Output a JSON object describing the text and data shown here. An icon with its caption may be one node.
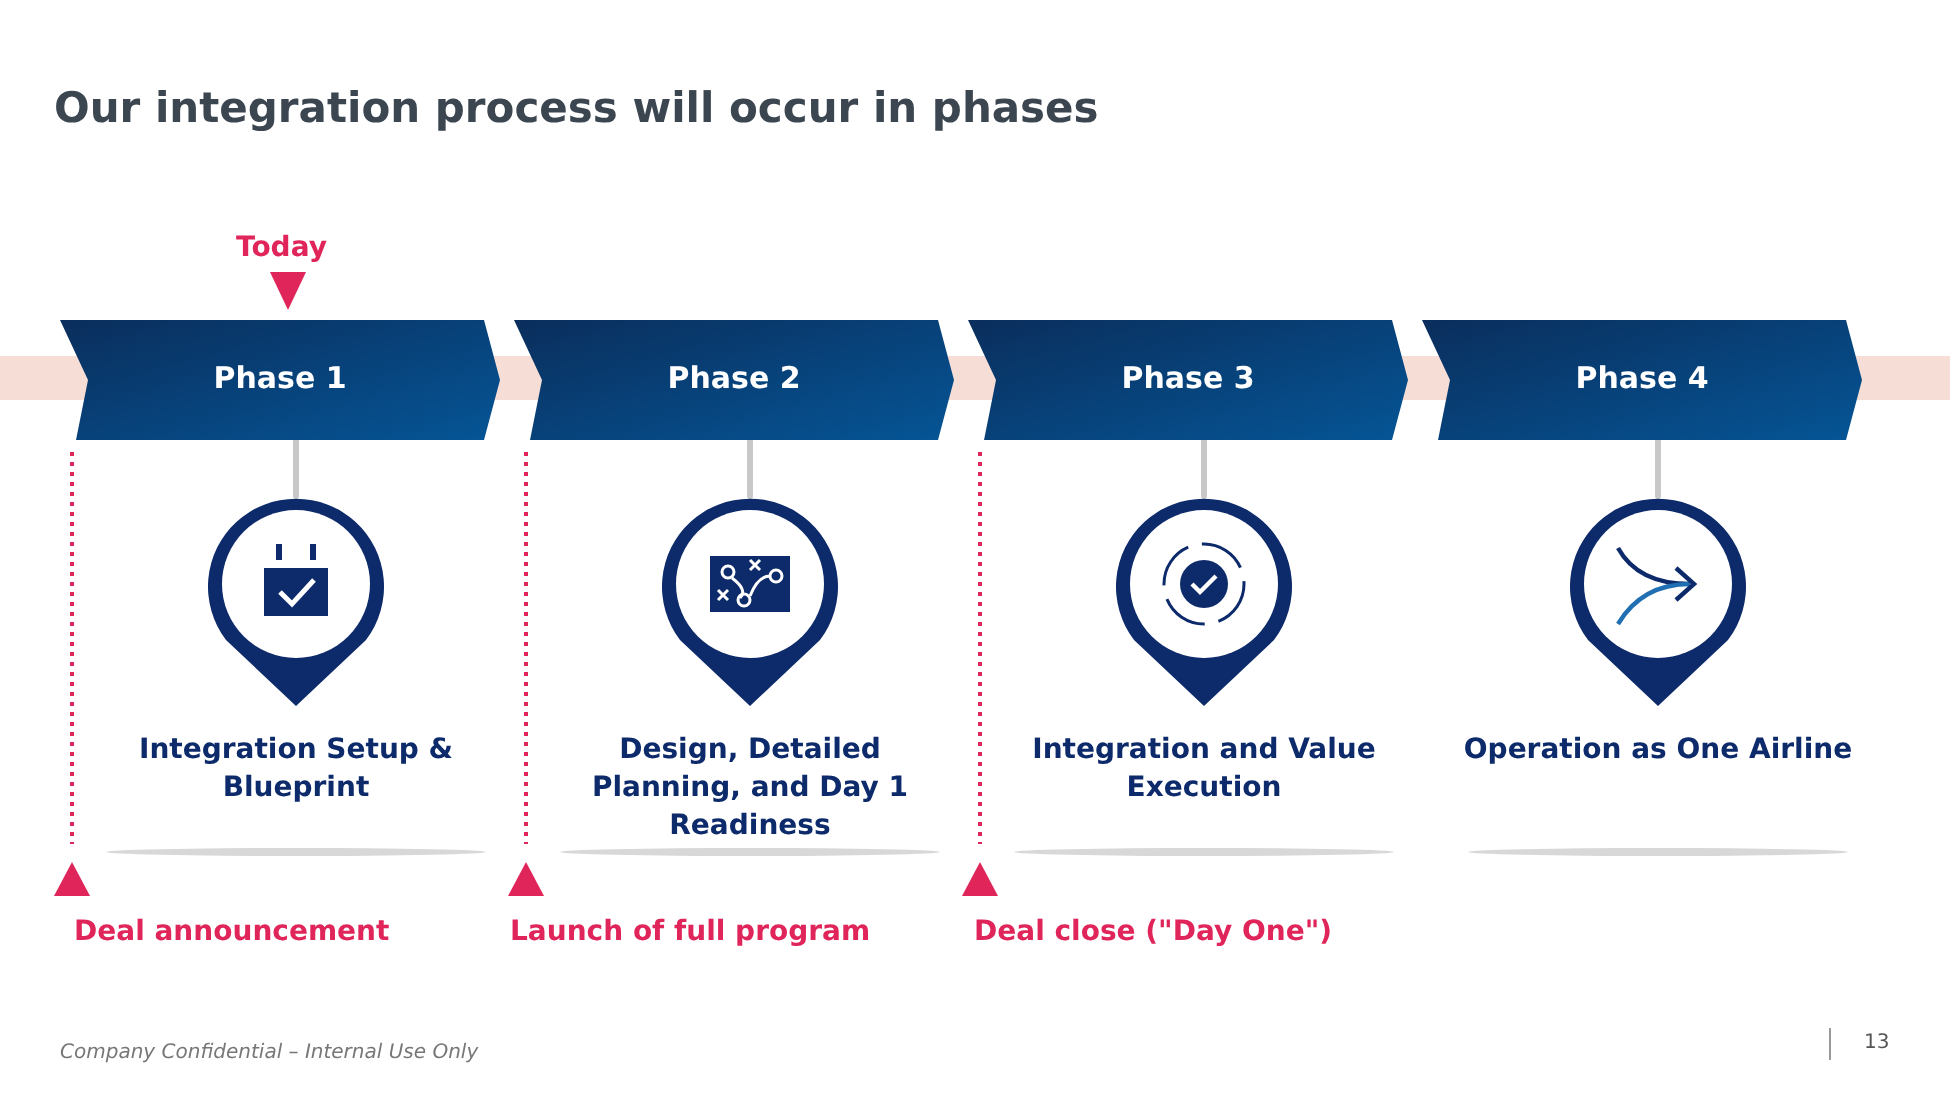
{
  "diagram": {
    "title": "Our integration process will occur in phases",
    "nodes": [
      {
        "text": [
          "Phase 1"
        ]
      },
      {
        "text": [
          "Phase 2"
        ]
      },
      {
        "text": [
          "Phase 3"
        ]
      },
      {
        "text": [
          "Phase 4"
        ]
      },
      {
        "text": [
          "Integration Setup & Blueprint"
        ]
      },
      {
        "text": [
          "Design, Detailed Planning, and Day 1 Readiness"
        ]
      },
      {
        "text": [
          "Integration and Value Execution"
        ]
      },
      {
        "text": [
          "Operation as One Airline"
        ]
      }
    ],
    "edges": [
      {
        "from": 0,
        "to": 4,
        "arrow": "none"
      },
      {
        "from": 1,
        "to": 5,
        "arrow": "none"
      },
      {
        "from": 2,
        "to": 6,
        "arrow": "none"
      },
      {
        "from": 3,
        "to": 7,
        "arrow": "none"
      }
    ],
    "labels": [
      "Today",
      "Deal announcement",
      "Launch of full program",
      "Deal close (\"Day One\")",
      "Company Confidential – Internal Use Only",
      "13"
    ]
  }
}
